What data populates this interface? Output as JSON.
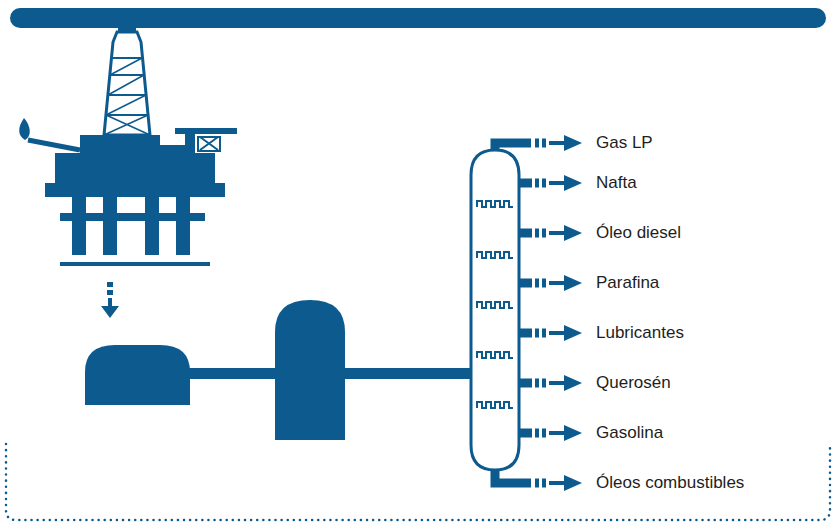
{
  "diagram": {
    "labels": [
      "Gas LP",
      "Nafta",
      "Óleo diesel",
      "Parafina",
      "Lubricantes",
      "Querosén",
      "Gasolina",
      "Óleos combustibles"
    ]
  }
}
